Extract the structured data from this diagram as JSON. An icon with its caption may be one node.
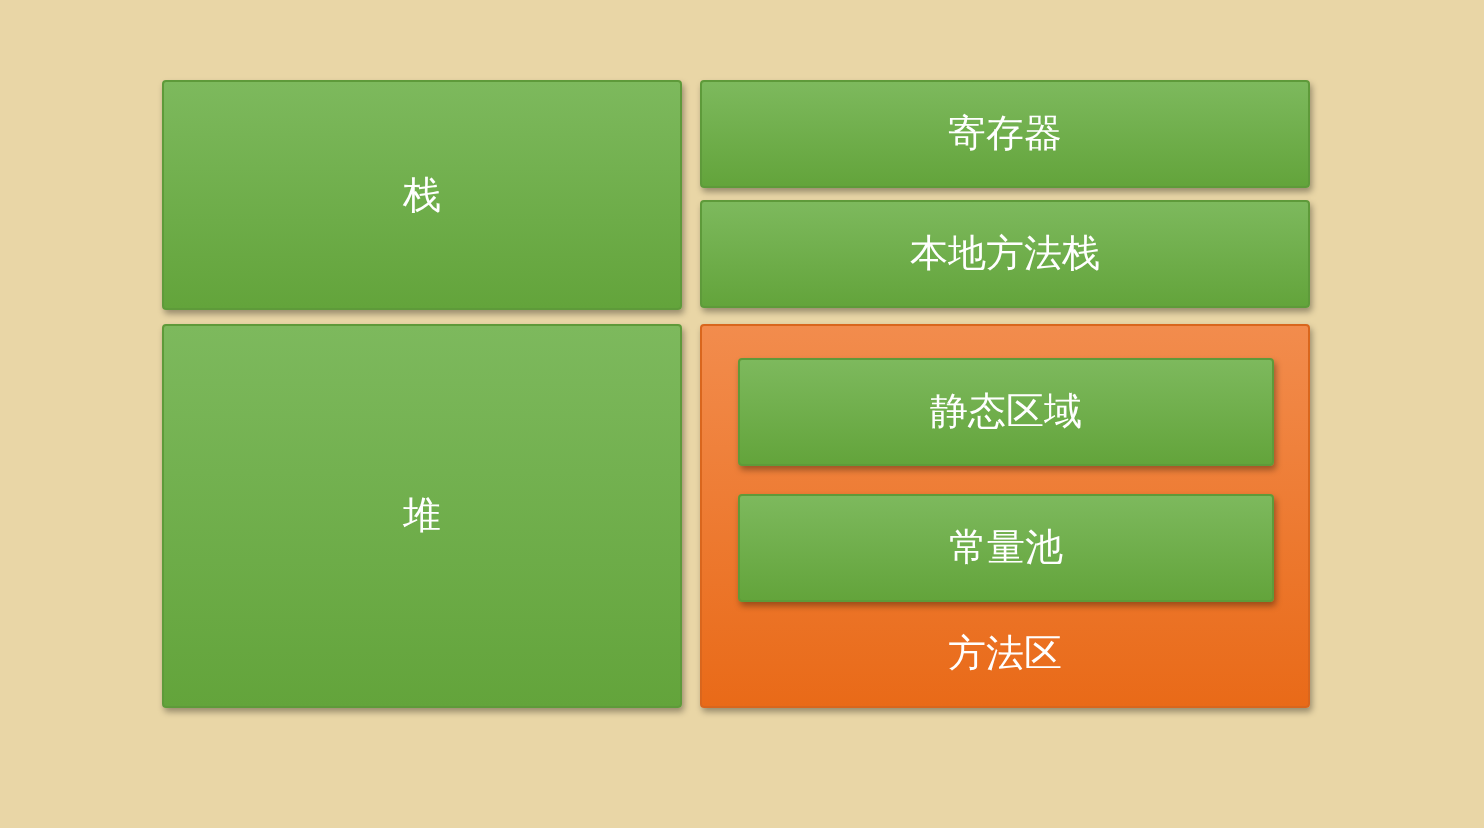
{
  "diagram": {
    "nodes": [
      {
        "text": [
          "栈"
        ]
      },
      {
        "text": [
          "寄存器"
        ]
      },
      {
        "text": [
          "本地方法栈"
        ]
      },
      {
        "text": [
          "堆"
        ]
      },
      {
        "text": [
          "方法区"
        ]
      },
      {
        "text": [
          "静态区域"
        ],
        "in": 4
      },
      {
        "text": [
          "常量池"
        ],
        "in": 4
      }
    ]
  }
}
